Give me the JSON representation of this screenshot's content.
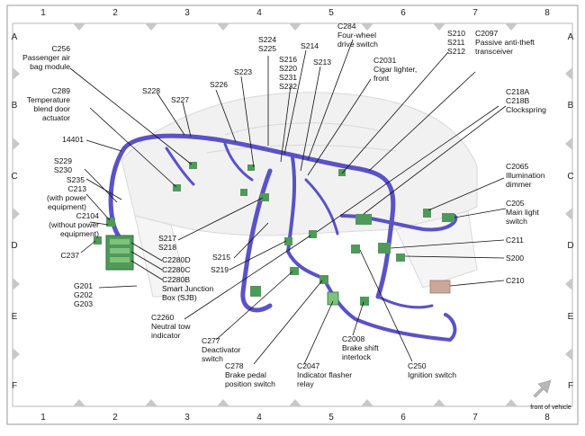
{
  "grid": {
    "columns": [
      "1",
      "2",
      "3",
      "4",
      "5",
      "6",
      "7",
      "8"
    ],
    "rows": [
      "A",
      "B",
      "C",
      "D",
      "E",
      "F"
    ]
  },
  "labels": {
    "c256": [
      "C256",
      "Passenger air",
      "bag module"
    ],
    "c289": [
      "C289",
      "Temperature",
      "blend door",
      "actuator"
    ],
    "wire14401": [
      "14401"
    ],
    "s229": [
      "S229",
      "S230"
    ],
    "s235": [
      "S235"
    ],
    "c213": [
      "C213",
      "(with power",
      "equipment)"
    ],
    "c2104": [
      "C2104",
      "(without power",
      "equipment)"
    ],
    "c237": [
      "C237"
    ],
    "c2280d": [
      "C2280D"
    ],
    "c2280c": [
      "C2280C"
    ],
    "c2280b": [
      "C2280B",
      "Smart Junction",
      "Box (SJB)"
    ],
    "g201": [
      "G201",
      "G202",
      "G203"
    ],
    "s228": [
      "S228"
    ],
    "s227": [
      "S227"
    ],
    "s226": [
      "S226"
    ],
    "s223": [
      "S223"
    ],
    "s224": [
      "S224",
      "S225"
    ],
    "s216": [
      "S216",
      "S220",
      "S231",
      "S232"
    ],
    "s214": [
      "S214"
    ],
    "s213": [
      "S213"
    ],
    "c284": [
      "C284",
      "Four-wheel",
      "drive switch"
    ],
    "c2031": [
      "C2031",
      "Cigar lighter,",
      "front"
    ],
    "s210": [
      "S210",
      "S211",
      "S212"
    ],
    "c2097": [
      "C2097",
      "Passive anti-theft",
      "transceiver"
    ],
    "c218a": [
      "C218A",
      "C218B",
      "Clockspring"
    ],
    "c2065": [
      "C2065",
      "Illumination",
      "dimmer"
    ],
    "c205": [
      "C205",
      "Main light",
      "switch"
    ],
    "c211": [
      "C211"
    ],
    "s200": [
      "S200"
    ],
    "c210": [
      "C210"
    ],
    "s217": [
      "S217",
      "S218"
    ],
    "s215": [
      "S215"
    ],
    "s219": [
      "S219"
    ],
    "c2260": [
      "C2260",
      "Neutral tow",
      "indicator"
    ],
    "c277": [
      "C277",
      "Deactivator",
      "switch"
    ],
    "c278": [
      "C278",
      "Brake pedal",
      "position switch"
    ],
    "c2047": [
      "C2047",
      "Indicator flasher",
      "relay"
    ],
    "c2008": [
      "C2008",
      "Brake shift",
      "interlock"
    ],
    "c250": [
      "C250",
      "Ignition switch"
    ],
    "front": [
      "front of vehicle"
    ]
  },
  "colors": {
    "harness": "#5a52c6",
    "harness_dark": "#3d36a0",
    "connector": "#4f9a5a",
    "connector_light": "#7ec27c",
    "dash": "#e6e6e6",
    "frame": "#c8c8c8",
    "arrow": "#b8b8b8"
  }
}
